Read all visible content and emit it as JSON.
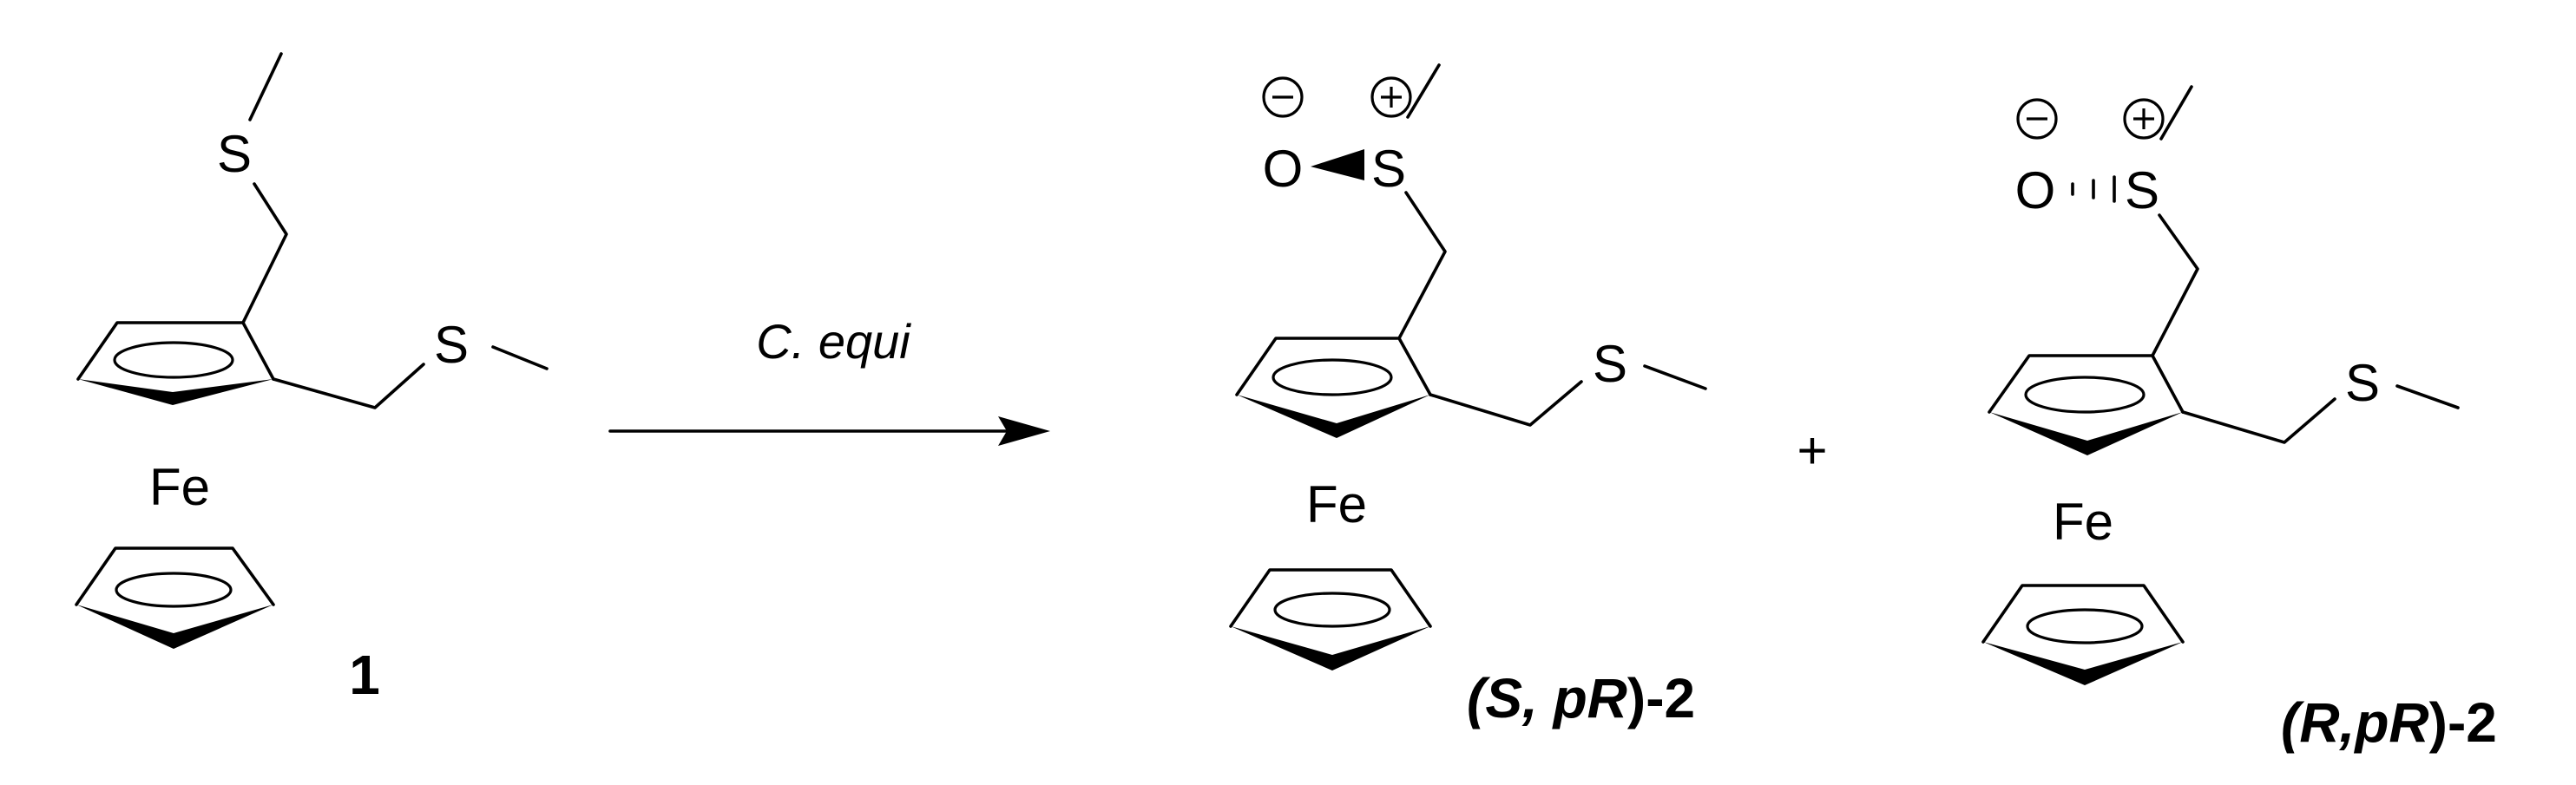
{
  "reaction": {
    "condition": "C. equi",
    "plus_sign": "+"
  },
  "compound_1": {
    "label": "1",
    "atoms": {
      "s_top": "S",
      "s_side": "S",
      "fe": "Fe"
    }
  },
  "compound_2a": {
    "label_open": "(",
    "label_s": "S",
    "label_mid": ", p",
    "label_r": "R",
    "label_close": ")-2",
    "atoms": {
      "o": "O",
      "s_top": "S",
      "s_side": "S",
      "fe": "Fe"
    }
  },
  "compound_2b": {
    "label_open": "(",
    "label_r1": "R",
    "label_mid": ",p",
    "label_r2": "R",
    "label_close": ")-2",
    "atoms": {
      "o": "O",
      "s_top": "S",
      "s_side": "S",
      "fe": "Fe"
    }
  }
}
